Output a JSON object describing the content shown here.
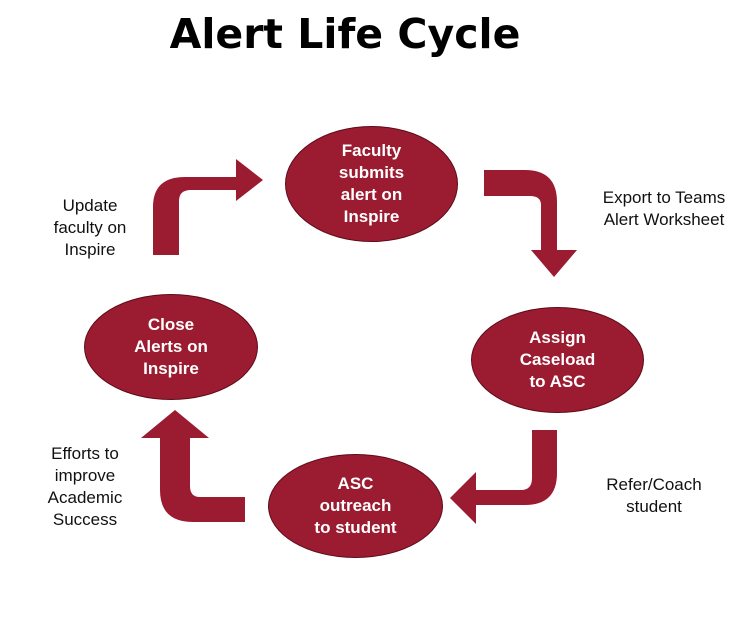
{
  "title": "Alert Life Cycle",
  "colors": {
    "node_fill": "#9b1b30",
    "arrow_fill": "#9b1b30",
    "text": "#111111"
  },
  "nodes": {
    "faculty_submits": "Faculty\nsubmits\nalert on\nInspire",
    "assign_caseload": "Assign\nCaseload\nto ASC",
    "asc_outreach": "ASC\noutreach\nto student",
    "close_alerts": "Close\nAlerts on\nInspire"
  },
  "edges": {
    "export": "Export to Teams\nAlert Worksheet",
    "refer": "Refer/Coach\nstudent",
    "efforts": "Efforts to\nimprove\nAcademic\nSuccess",
    "update": "Update\nfaculty on\nInspire"
  }
}
